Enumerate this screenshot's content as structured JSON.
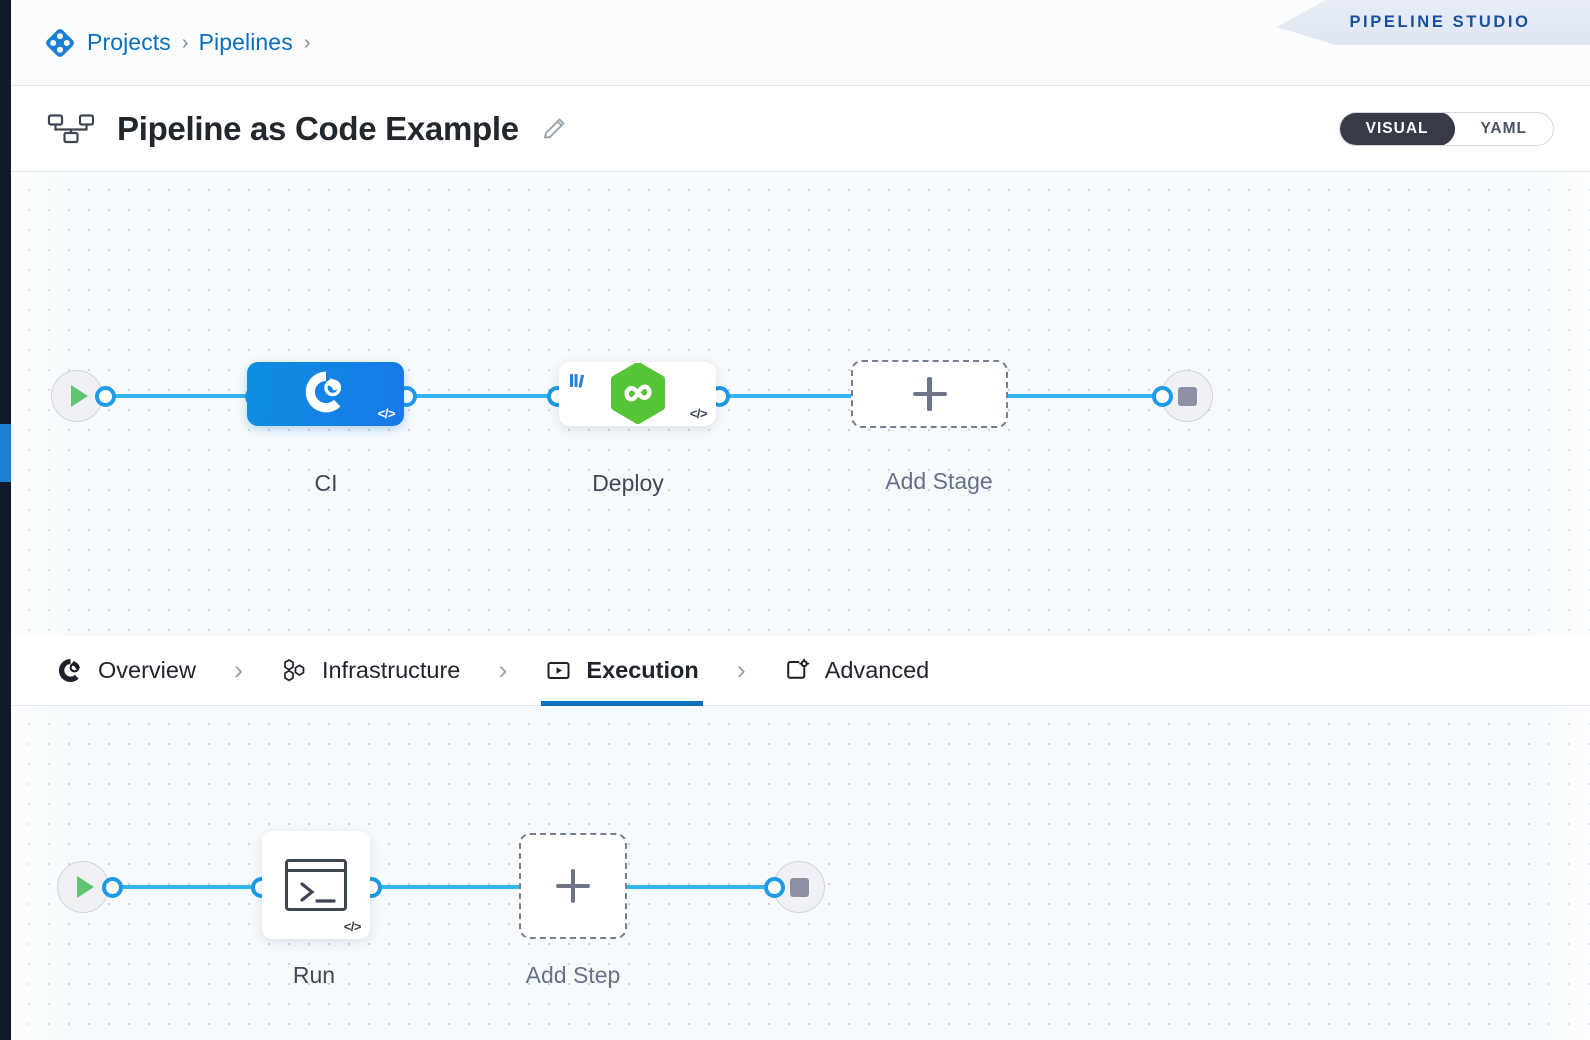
{
  "breadcrumb": {
    "logo_icon": "harness-diamond-logo-icon",
    "items": [
      {
        "label": "Projects"
      },
      {
        "label": "Pipelines"
      }
    ],
    "separator": "›",
    "trailing_separator": "›"
  },
  "studio_banner": {
    "label": "PIPELINE STUDIO",
    "color": "#17509e"
  },
  "header": {
    "title": "Pipeline as Code Example",
    "title_icon": "pipeline-graph-icon",
    "edit_icon": "pencil-edit-icon",
    "mode_toggle": {
      "options": [
        {
          "label": "VISUAL",
          "active": true
        },
        {
          "label": "YAML",
          "active": false
        }
      ],
      "active_color": "#383a47"
    }
  },
  "stage_canvas": {
    "start_node": {
      "name": "pipeline-start",
      "icon": "play-icon"
    },
    "end_node": {
      "name": "pipeline-end",
      "icon": "stop-square-icon"
    },
    "stages": [
      {
        "label": "CI",
        "type": "ci-stage",
        "icon": "ci-build-circle-icon",
        "code_badge": "</>",
        "selected": true,
        "accent": "#1180e0"
      },
      {
        "label": "Deploy",
        "type": "cd-stage",
        "icon": "green-hexagon-infinity-icon",
        "template_badge": "template-library-icon",
        "code_badge": "</>",
        "selected": false,
        "accent": "#4ec132"
      }
    ],
    "add_stage": {
      "label": "Add Stage",
      "icon": "plus-icon"
    }
  },
  "tabs": [
    {
      "label": "Overview",
      "icon": "overview-circle-icon",
      "active": false
    },
    {
      "label": "Infrastructure",
      "icon": "hexagon-cluster-icon",
      "active": false
    },
    {
      "label": "Execution",
      "icon": "play-in-box-icon",
      "active": true
    },
    {
      "label": "Advanced",
      "icon": "box-gear-icon",
      "active": false
    }
  ],
  "tab_separator": "›",
  "step_canvas": {
    "start_node": {
      "name": "execution-start",
      "icon": "play-icon"
    },
    "end_node": {
      "name": "execution-end",
      "icon": "stop-square-icon"
    },
    "steps": [
      {
        "label": "Run",
        "icon": "terminal-console-icon",
        "code_badge": "</>"
      }
    ],
    "add_step": {
      "label": "Add Step",
      "icon": "plus-icon"
    }
  },
  "colors": {
    "connector": "#33b5f0",
    "port_border": "#1f9ae6",
    "canvas_bg": "#f6fafc",
    "rail": "#10192b",
    "rail_active": "#1b7fd4",
    "tab_active_underline": "#0a6fbd"
  }
}
